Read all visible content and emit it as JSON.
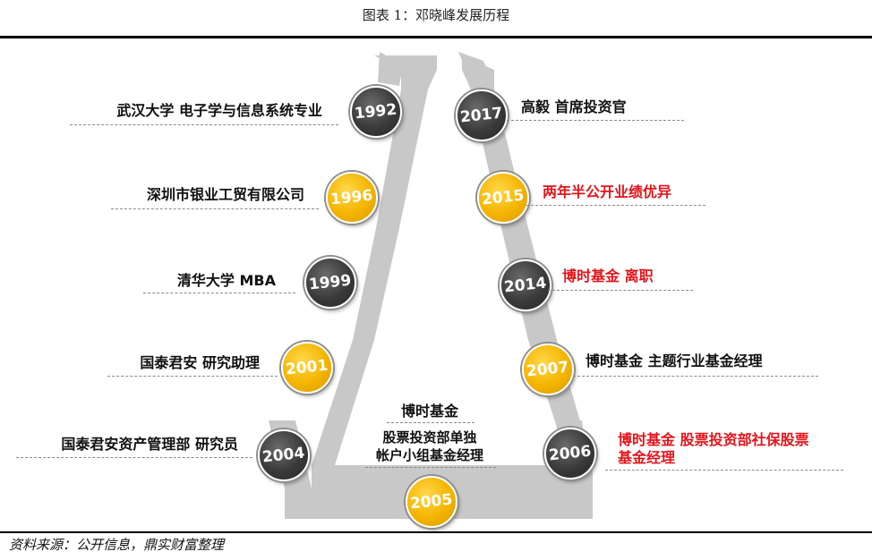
{
  "caption": "图表 1：邓晓峰发展历程",
  "source": "资料来源：公开信息，鼎实财富整理",
  "milestones": [
    {
      "year": "1992",
      "style": "dark",
      "label": "武汉大学  电子学与信息系统专业",
      "highlight": false
    },
    {
      "year": "1996",
      "style": "gold",
      "label": "深圳市银业工贸有限公司",
      "highlight": false
    },
    {
      "year": "1999",
      "style": "dark",
      "label": "清华大学  MBA",
      "highlight": false
    },
    {
      "year": "2001",
      "style": "gold",
      "label": "国泰君安  研究助理",
      "highlight": false
    },
    {
      "year": "2004",
      "style": "dark",
      "label": "国泰君安资产管理部  研究员",
      "highlight": false
    },
    {
      "year": "2005",
      "style": "gold",
      "label_title": "博时基金",
      "label_line1": "股票投资部单独",
      "label_line2": "帐户小组基金经理",
      "highlight": false
    },
    {
      "year": "2006",
      "style": "dark",
      "label_line1": "博时基金  股票投资部社保股票",
      "label_line2": "基金经理",
      "highlight": true
    },
    {
      "year": "2007",
      "style": "gold",
      "label": "博时基金  主题行业基金经理",
      "highlight": false
    },
    {
      "year": "2014",
      "style": "dark",
      "label": "博时基金  离职",
      "highlight": true
    },
    {
      "year": "2015",
      "style": "gold",
      "label": "两年半公开业绩优异",
      "highlight": true
    },
    {
      "year": "2017",
      "style": "dark",
      "label": "高毅  首席投资官",
      "highlight": false
    }
  ],
  "colors": {
    "road": "#c8c8c8",
    "dark_node": "#333333",
    "gold_node": "#f4b400",
    "highlight_text": "#e3141b"
  }
}
